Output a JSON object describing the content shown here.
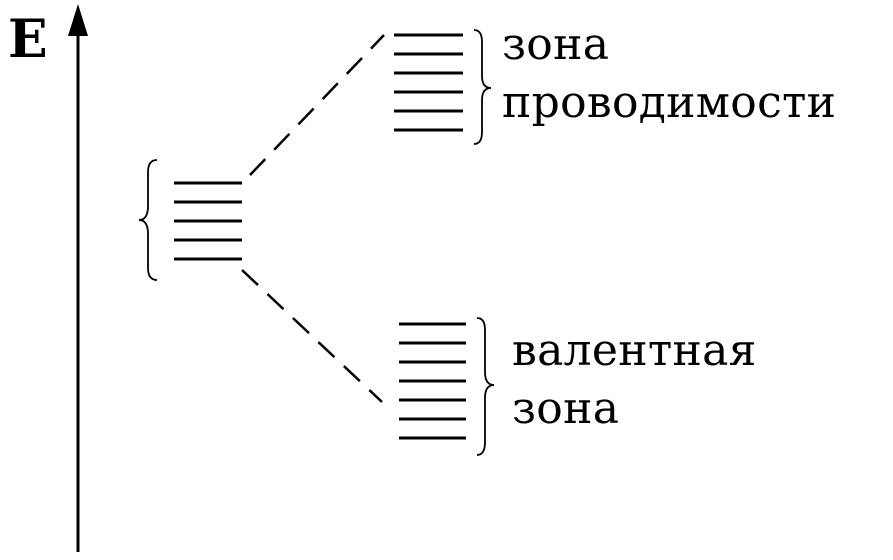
{
  "axis": {
    "label": "E"
  },
  "conduction_band": {
    "line1": "зона",
    "line2": "проводимости"
  },
  "valence_band": {
    "line1": "валентная",
    "line2": "зона"
  },
  "colors": {
    "stroke": "#000000",
    "background": "#ffffff"
  }
}
